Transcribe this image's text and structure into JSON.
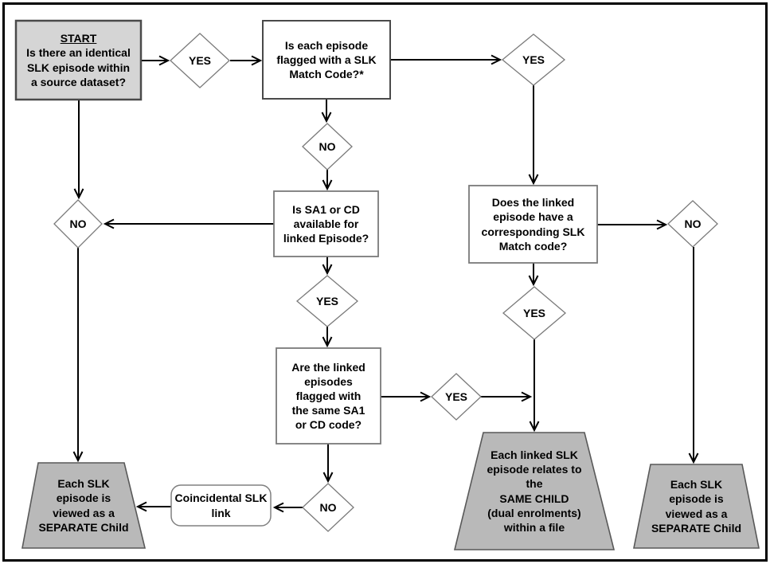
{
  "diagram": {
    "nodes": {
      "start": {
        "title": "START",
        "text": "Is there an identical\nSLK episode within\na source dataset?"
      },
      "flagged_slk": {
        "text": "Is each episode\nflagged with a SLK\nMatch Code?*"
      },
      "sa1_available": {
        "text": "Is SA1 or CD\navailable for\nlinked Episode?"
      },
      "linked_episode": {
        "text": "Does the linked\nepisode have a\ncorresponding SLK\nMatch code?"
      },
      "linked_flagged_same": {
        "text": "Are the linked\nepisodes\nflagged with\nthe same SA1\nor CD code?"
      },
      "coincidental_link": {
        "text": "Coincidental SLK\nlink"
      },
      "separate_child_left": {
        "text": "Each SLK\nepisode is\nviewed as a\nSEPARATE Child"
      },
      "same_child": {
        "text": "Each linked SLK\nepisode relates to\nthe\nSAME CHILD\n(dual enrolments)\nwithin a file"
      },
      "separate_child_right": {
        "text": "Each SLK\nepisode is\nviewed as a\nSEPARATE Child"
      }
    },
    "decisions": {
      "yes_top_left": "YES",
      "yes_top_right": "YES",
      "no_below_flagged": "NO",
      "no_left": "NO",
      "no_right": "NO",
      "yes_mid": "YES",
      "yes_right_col": "YES",
      "yes_mid_right": "YES",
      "no_bottom": "NO"
    },
    "colors": {
      "start_fill": "#d5d5d5",
      "terminator_fill": "#b9b9b9",
      "process_fill": "#ffffff",
      "line": "#000000"
    }
  }
}
